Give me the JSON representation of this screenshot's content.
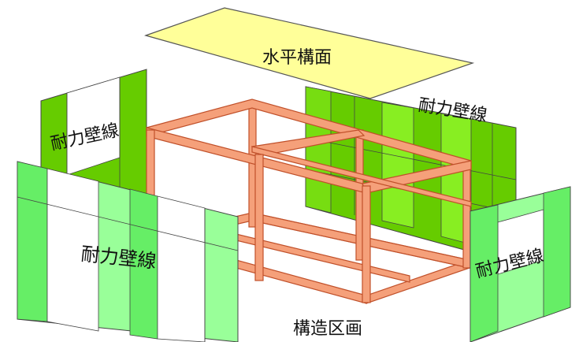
{
  "labels": {
    "horizontal_plane": "水平構面",
    "wall_line_back_left": "耐力壁線",
    "wall_line_back_right": "耐力壁線",
    "wall_line_front_left": "耐力壁線",
    "wall_line_front_right": "耐力壁線",
    "structural_block": "構造区画"
  },
  "colors": {
    "horizontal_plane": "#FFFF99",
    "wall_panel_dark": "#66CC00",
    "wall_panel_light": "#99FF99",
    "wall_panel_mid": "#66DD44",
    "frame_beam": "#F5A07A",
    "frame_edge": "#C0502A",
    "outline": "#333333"
  }
}
